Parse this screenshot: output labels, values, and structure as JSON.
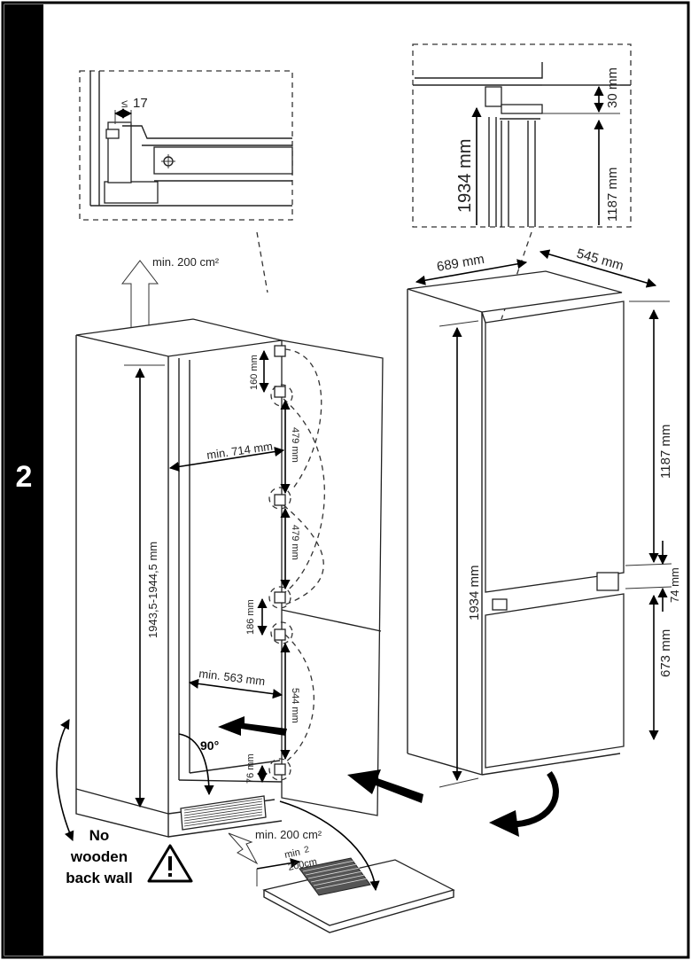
{
  "step_number": "2",
  "detail_left": {
    "dim": "17",
    "lt_sign": "≤"
  },
  "detail_right": {
    "gap": "30 mm",
    "height_total": "1934 mm",
    "fridge_height": "1187 mm"
  },
  "cabinet": {
    "vent_top": "min. 200 cm²",
    "vent_bottom": "min. 200 cm²",
    "height": "1943,5-1944,5 mm",
    "depth": "min. 714 mm",
    "depth_lower": "min. 563 mm",
    "angle": "90°",
    "hinge_spacing_1": "160 mm",
    "hinge_spacing_2": "479 mm",
    "hinge_spacing_3": "479 mm",
    "hinge_spacing_4": "186 mm",
    "hinge_spacing_5": "544 mm",
    "hinge_spacing_6": "76 mm",
    "vent_plate_top": "min",
    "vent_plate_num": "2",
    "vent_plate_bottom": "200cm",
    "warning_line1": "No",
    "warning_line2": "wooden",
    "warning_line3": "back wall"
  },
  "appliance": {
    "width": "689 mm",
    "depth": "545 mm",
    "height": "1934 mm",
    "upper_height": "1187 mm",
    "gap": "74 mm",
    "lower_height": "673 mm"
  },
  "colors": {
    "sidebar": "#000000",
    "line": "#222222",
    "background": "#ffffff"
  }
}
